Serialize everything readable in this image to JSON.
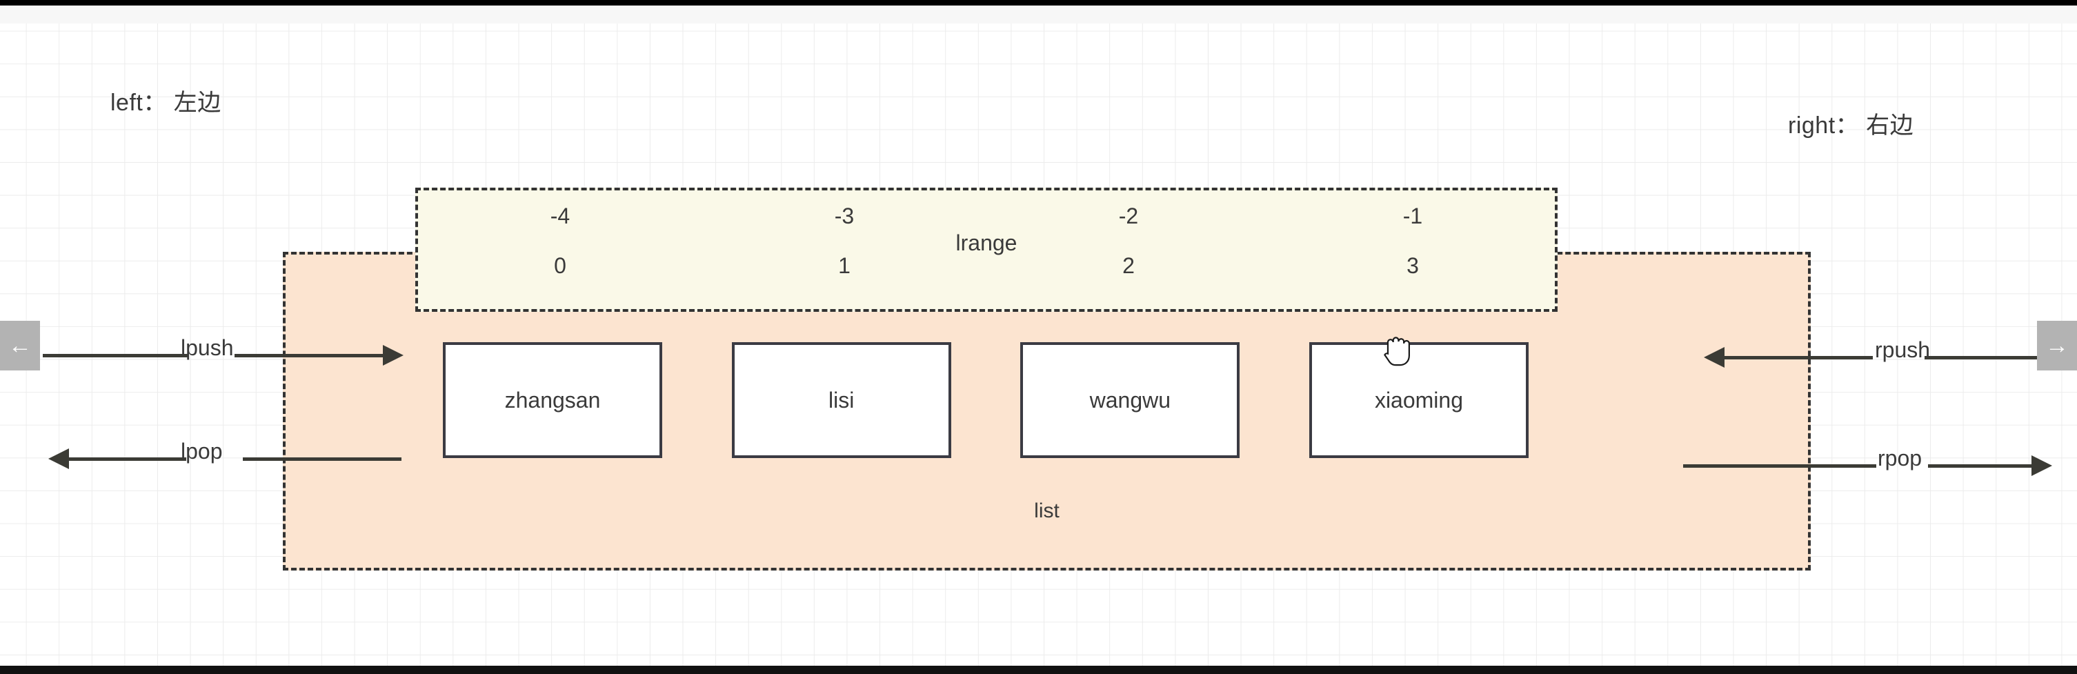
{
  "captions": {
    "left": "left： 左边",
    "right": "right： 右边"
  },
  "nav": {
    "left_icon": "←",
    "right_icon": "→"
  },
  "lrange": {
    "label": "lrange",
    "negative_indices": [
      "-4",
      "-3",
      "-2",
      "-1"
    ],
    "positive_indices": [
      "0",
      "1",
      "2",
      "3"
    ]
  },
  "list": {
    "label": "list",
    "items": [
      "zhangsan",
      "lisi",
      "wangwu",
      "xiaoming"
    ]
  },
  "operations": {
    "lpush": "lpush",
    "lpop": "lpop",
    "rpush": "rpush",
    "rpop": "rpop"
  },
  "colors": {
    "list_fill": "#fce4d0",
    "lrange_fill": "#faf9e8",
    "stroke": "#333333",
    "box_border": "#3b3b43",
    "text": "#3a3a3a",
    "nav_button": "#b3b3b3",
    "grid_line": "#ececec",
    "letterbox": "#000000"
  },
  "cursor": {
    "type": "grab-hand-cursor"
  }
}
